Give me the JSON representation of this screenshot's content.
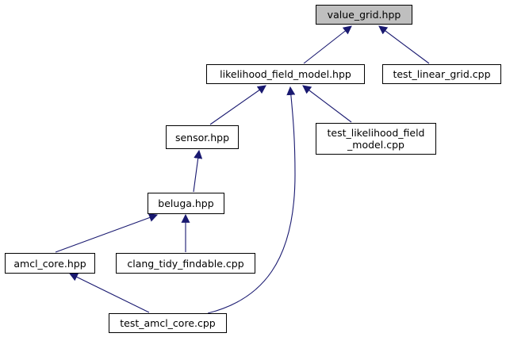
{
  "colors": {
    "edge": "#191970",
    "root_fill": "#bfbfbf",
    "node_fill": "#ffffff",
    "node_border": "#000000"
  },
  "nodes": {
    "value_grid": {
      "label": "value_grid.hpp"
    },
    "likelihood_field_model": {
      "label": "likelihood_field_model.hpp"
    },
    "test_linear_grid": {
      "label": "test_linear_grid.cpp"
    },
    "sensor": {
      "label": "sensor.hpp"
    },
    "test_likelihood_field_model": {
      "label_line1": "test_likelihood_field",
      "label_line2": "_model.cpp"
    },
    "beluga": {
      "label": "beluga.hpp"
    },
    "amcl_core": {
      "label": "amcl_core.hpp"
    },
    "clang_tidy_findable": {
      "label": "clang_tidy_findable.cpp"
    },
    "test_amcl_core": {
      "label": "test_amcl_core.cpp"
    }
  },
  "edges": [
    {
      "from": "likelihood_field_model",
      "to": "value_grid"
    },
    {
      "from": "test_linear_grid",
      "to": "value_grid"
    },
    {
      "from": "sensor",
      "to": "likelihood_field_model"
    },
    {
      "from": "test_likelihood_field_model",
      "to": "likelihood_field_model"
    },
    {
      "from": "test_amcl_core",
      "to": "likelihood_field_model"
    },
    {
      "from": "beluga",
      "to": "sensor"
    },
    {
      "from": "amcl_core",
      "to": "beluga"
    },
    {
      "from": "clang_tidy_findable",
      "to": "beluga"
    },
    {
      "from": "test_amcl_core",
      "to": "amcl_core"
    }
  ]
}
